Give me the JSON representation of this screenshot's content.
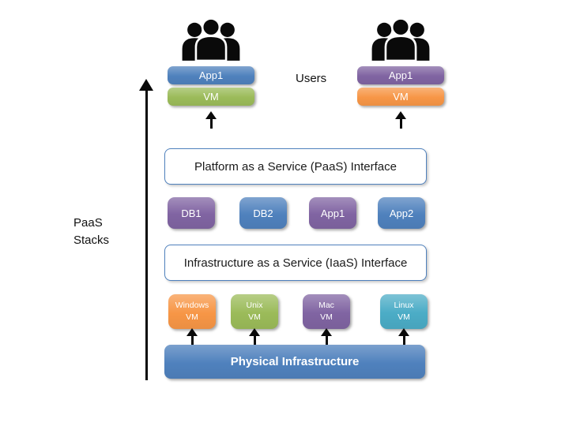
{
  "labels": {
    "users": "Users",
    "paas_stacks": "PaaS Stacks"
  },
  "user_stacks": {
    "left": {
      "app_label": "App1",
      "app_color": "#4f81bd",
      "vm_label": "VM",
      "vm_color": "#9bbb59"
    },
    "right": {
      "app_label": "App1",
      "app_color": "#8064a2",
      "vm_label": "VM",
      "vm_color": "#f79646"
    }
  },
  "paas_interface": {
    "label": "Platform as a Service (PaaS) Interface",
    "border_color": "#4f81bd"
  },
  "services": [
    {
      "label": "DB1",
      "color": "#8064a2"
    },
    {
      "label": "DB2",
      "color": "#4f81bd"
    },
    {
      "label": "App1",
      "color": "#8064a2"
    },
    {
      "label": "App2",
      "color": "#4f81bd"
    }
  ],
  "iaas_interface": {
    "label": "Infrastructure as a Service (IaaS) Interface",
    "border_color": "#4f81bd"
  },
  "vms": [
    {
      "name": "Windows",
      "type": "VM",
      "color": "#f79646"
    },
    {
      "name": "Unix",
      "type": "VM",
      "color": "#9bbb59"
    },
    {
      "name": "Mac",
      "type": "VM",
      "color": "#8064a2"
    },
    {
      "name": "Linux",
      "type": "VM",
      "color": "#4bacc6"
    }
  ],
  "physical_infrastructure": {
    "label": "Physical Infrastructure",
    "color": "#4f81bd"
  },
  "arrow_color": "#0a0a0a"
}
